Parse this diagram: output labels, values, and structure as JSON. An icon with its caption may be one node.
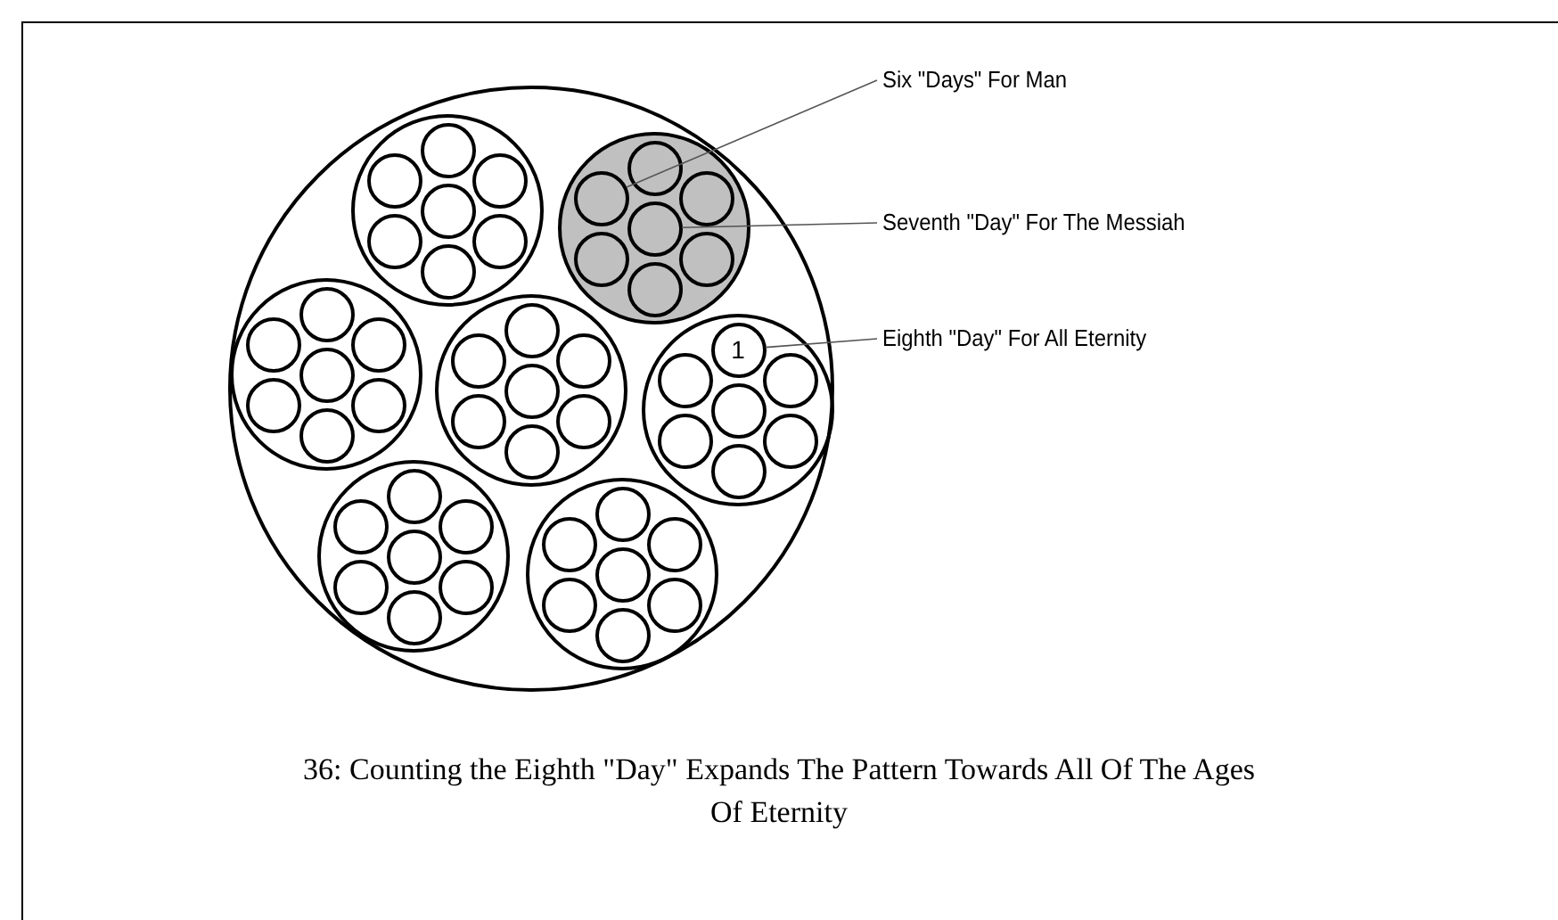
{
  "diagram": {
    "caption": "36: Counting the Eighth \"Day\" Expands The Pattern Towards All Of The Ages Of Eternity",
    "nodes": [
      {
        "text": [],
        "shape": "circle"
      },
      {
        "text": [],
        "shape": "circle",
        "in": 0
      },
      {
        "text": [],
        "shape": "circle",
        "in": 1
      },
      {
        "text": [],
        "shape": "circle",
        "in": 1
      },
      {
        "text": [],
        "shape": "circle",
        "in": 1
      },
      {
        "text": [],
        "shape": "circle",
        "in": 1
      },
      {
        "text": [],
        "shape": "circle",
        "in": 1
      },
      {
        "text": [],
        "shape": "circle",
        "in": 1
      },
      {
        "text": [],
        "shape": "circle",
        "in": 1
      },
      {
        "text": [],
        "shape": "circle",
        "in": 0
      },
      {
        "text": [],
        "shape": "circle",
        "in": 9
      },
      {
        "text": [],
        "shape": "circle",
        "in": 9
      },
      {
        "text": [],
        "shape": "circle",
        "in": 9
      },
      {
        "text": [],
        "shape": "circle",
        "in": 9
      },
      {
        "text": [],
        "shape": "circle",
        "in": 9
      },
      {
        "text": [],
        "shape": "circle",
        "in": 9
      },
      {
        "text": [],
        "shape": "circle",
        "in": 9
      },
      {
        "text": [],
        "shape": "circle",
        "in": 0
      },
      {
        "text": [],
        "shape": "circle",
        "in": 17
      },
      {
        "text": [],
        "shape": "circle",
        "in": 17
      },
      {
        "text": [],
        "shape": "circle",
        "in": 17
      },
      {
        "text": [],
        "shape": "circle",
        "in": 17
      },
      {
        "text": [],
        "shape": "circle",
        "in": 17
      },
      {
        "text": [],
        "shape": "circle",
        "in": 17
      },
      {
        "text": [],
        "shape": "circle",
        "in": 17
      },
      {
        "text": [],
        "shape": "circle",
        "in": 0
      },
      {
        "text": [],
        "shape": "circle",
        "in": 25
      },
      {
        "text": [],
        "shape": "circle",
        "in": 25
      },
      {
        "text": [],
        "shape": "circle",
        "in": 25
      },
      {
        "text": [],
        "shape": "circle",
        "in": 25
      },
      {
        "text": [],
        "shape": "circle",
        "in": 25
      },
      {
        "text": [],
        "shape": "circle",
        "in": 25
      },
      {
        "text": [],
        "shape": "circle",
        "in": 25
      },
      {
        "text": [],
        "shape": "circle",
        "in": 0
      },
      {
        "text": [
          "1"
        ],
        "in": 33
      },
      {
        "text": [],
        "shape": "circle",
        "in": 33
      },
      {
        "text": [],
        "shape": "circle",
        "in": 33
      },
      {
        "text": [],
        "shape": "circle",
        "in": 33
      },
      {
        "text": [],
        "shape": "circle",
        "in": 33
      },
      {
        "text": [],
        "shape": "circle",
        "in": 33
      },
      {
        "text": [],
        "shape": "circle",
        "in": 33
      },
      {
        "text": [],
        "shape": "circle",
        "in": 0
      },
      {
        "text": [],
        "shape": "circle",
        "in": 41
      },
      {
        "text": [],
        "shape": "circle",
        "in": 41
      },
      {
        "text": [],
        "shape": "circle",
        "in": 41
      },
      {
        "text": [],
        "shape": "circle",
        "in": 41
      },
      {
        "text": [],
        "shape": "circle",
        "in": 41
      },
      {
        "text": [],
        "shape": "circle",
        "in": 41
      },
      {
        "text": [],
        "shape": "circle",
        "in": 41
      },
      {
        "text": [],
        "shape": "circle",
        "in": 0
      },
      {
        "text": [],
        "shape": "circle",
        "in": 49
      },
      {
        "text": [],
        "shape": "circle",
        "in": 49
      },
      {
        "text": [],
        "shape": "circle",
        "in": 49
      },
      {
        "text": [],
        "shape": "circle",
        "in": 49
      },
      {
        "text": [],
        "shape": "circle",
        "in": 49
      },
      {
        "text": [],
        "shape": "circle",
        "in": 49
      },
      {
        "text": [],
        "shape": "circle",
        "in": 49
      },
      {
        "text": [
          "Six \"Days\" For Man"
        ]
      },
      {
        "text": [
          "Seventh \"Day\" For The Messiah"
        ]
      },
      {
        "text": [
          "Eighth \"Day\" For All Eternity"
        ]
      }
    ],
    "edges": [
      {
        "from": 57,
        "to": 11,
        "arrow": "none"
      },
      {
        "from": 58,
        "to": 13,
        "arrow": "none"
      },
      {
        "from": 59,
        "to": 34,
        "arrow": "none"
      }
    ]
  }
}
